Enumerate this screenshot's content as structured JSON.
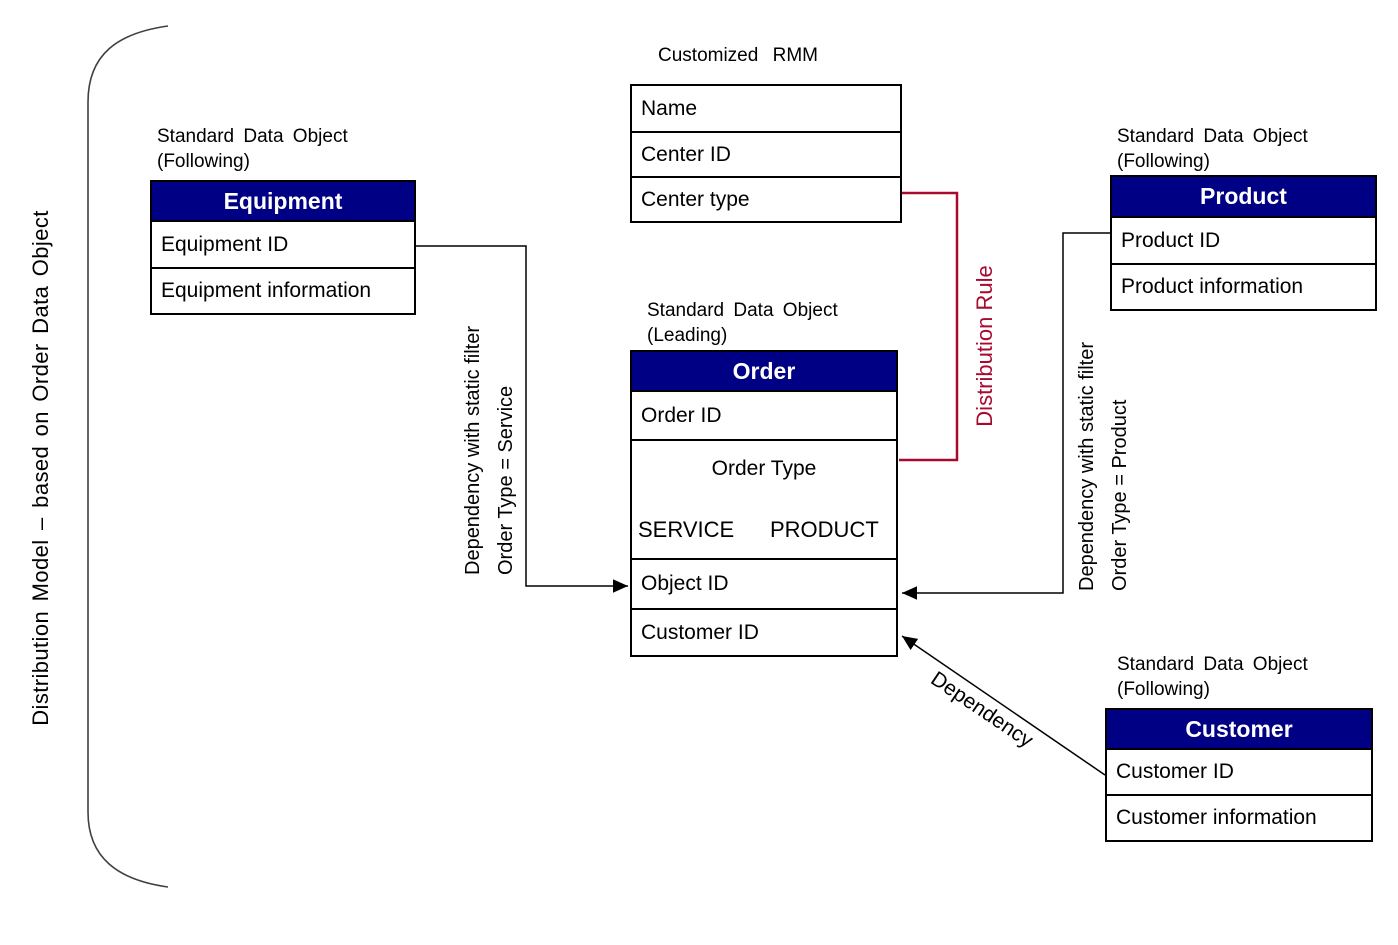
{
  "side_title": "Distribution Model – based on Order Data Object",
  "rmm": {
    "title": "Customized RMM",
    "rows": [
      "Name",
      "Center ID",
      "Center type"
    ]
  },
  "equipment": {
    "label": "Standard Data Object",
    "sublabel": "(Following)",
    "header": "Equipment",
    "rows": [
      "Equipment ID",
      "Equipment information"
    ]
  },
  "product": {
    "label": "Standard Data Object",
    "sublabel": "(Following)",
    "header": "Product",
    "rows": [
      "Product ID",
      "Product information"
    ]
  },
  "order": {
    "label": "Standard Data Object",
    "sublabel": "(Leading)",
    "header": "Order",
    "row_order_id": "Order ID",
    "row_object_id": "Object ID",
    "row_customer_id": "Customer ID",
    "order_type": {
      "label": "Order Type",
      "values": [
        "SERVICE",
        "PRODUCT"
      ]
    }
  },
  "customer": {
    "label": "Standard Data Object",
    "sublabel": "(Following)",
    "header": "Customer",
    "rows": [
      "Customer ID",
      "Customer information"
    ]
  },
  "connector_labels": {
    "service_filter_line1": "Dependency with static filter",
    "service_filter_line2": "Order Type = Service",
    "product_filter_line1": "Dependency with static filter",
    "product_filter_line2": "Order Type = Product",
    "distribution_rule": "Distribution Rule",
    "dependency": "Dependency"
  },
  "colors": {
    "header_bg": "#000085",
    "header_text": "#FFFFFF",
    "rule_red": "#A80A2E",
    "line_black": "#000000",
    "bracket_gray": "#404040"
  }
}
